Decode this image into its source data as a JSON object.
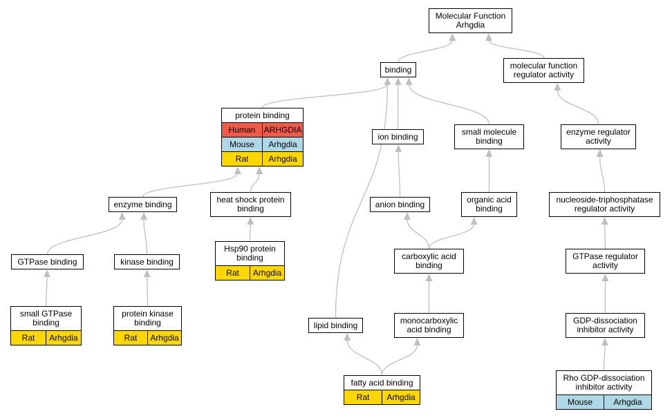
{
  "colors": {
    "Human": "#f05a47",
    "Mouse": "#add8e6",
    "Rat": "#ffd700",
    "edge": "#bfbfbf"
  },
  "nodes": [
    {
      "id": "mf",
      "label": "Molecular Function\nArhgdia"
    },
    {
      "id": "binding",
      "label": "binding"
    },
    {
      "id": "mfra",
      "label": "molecular function\nregulator activity"
    },
    {
      "id": "pb",
      "label": "protein binding",
      "orthologs": [
        {
          "species": "Human",
          "gene": "ARHGDIA"
        },
        {
          "species": "Mouse",
          "gene": "Arhgdia"
        },
        {
          "species": "Rat",
          "gene": "Arhgdia"
        }
      ]
    },
    {
      "id": "ion",
      "label": "ion binding"
    },
    {
      "id": "smb",
      "label": "small molecule\nbinding"
    },
    {
      "id": "era",
      "label": "enzyme regulator\nactivity"
    },
    {
      "id": "eb",
      "label": "enzyme binding"
    },
    {
      "id": "hspb",
      "label": "heat shock protein\nbinding"
    },
    {
      "id": "anion",
      "label": "anion binding"
    },
    {
      "id": "oab",
      "label": "organic acid\nbinding"
    },
    {
      "id": "ntpra",
      "label": "nucleoside-triphosphatase\nregulator activity"
    },
    {
      "id": "hsp90",
      "label": "Hsp90 protein\nbinding",
      "orthologs": [
        {
          "species": "Rat",
          "gene": "Arhgdia"
        }
      ]
    },
    {
      "id": "gtpb",
      "label": "GTPase binding"
    },
    {
      "id": "kb",
      "label": "kinase binding"
    },
    {
      "id": "cab",
      "label": "carboxylic acid\nbinding"
    },
    {
      "id": "gtpra",
      "label": "GTPase regulator\nactivity"
    },
    {
      "id": "sgtpb",
      "label": "small GTPase\nbinding",
      "orthologs": [
        {
          "species": "Rat",
          "gene": "Arhgdia"
        }
      ]
    },
    {
      "id": "pkb",
      "label": "protein kinase\nbinding",
      "orthologs": [
        {
          "species": "Rat",
          "gene": "Arhgdia"
        }
      ]
    },
    {
      "id": "lipid",
      "label": "lipid binding"
    },
    {
      "id": "mcab",
      "label": "monocarboxylic\nacid binding"
    },
    {
      "id": "gdi",
      "label": "GDP-dissociation\ninhibitor activity"
    },
    {
      "id": "fab",
      "label": "fatty acid binding",
      "orthologs": [
        {
          "species": "Rat",
          "gene": "Arhgdia"
        }
      ]
    },
    {
      "id": "rhogdi",
      "label": "Rho GDP-dissociation\ninhibitor activity",
      "orthologs": [
        {
          "species": "Mouse",
          "gene": "Arhgdia"
        }
      ]
    }
  ],
  "edges": [
    [
      "binding",
      "mf"
    ],
    [
      "mfra",
      "mf"
    ],
    [
      "pb",
      "binding"
    ],
    [
      "ion",
      "binding"
    ],
    [
      "smb",
      "binding"
    ],
    [
      "lipid",
      "binding"
    ],
    [
      "era",
      "mfra"
    ],
    [
      "eb",
      "pb"
    ],
    [
      "hspb",
      "pb"
    ],
    [
      "anion",
      "ion"
    ],
    [
      "oab",
      "smb"
    ],
    [
      "ntpra",
      "era"
    ],
    [
      "hsp90",
      "hspb"
    ],
    [
      "gtpb",
      "eb"
    ],
    [
      "kb",
      "eb"
    ],
    [
      "cab",
      "anion"
    ],
    [
      "cab",
      "oab"
    ],
    [
      "gtpra",
      "ntpra"
    ],
    [
      "sgtpb",
      "gtpb"
    ],
    [
      "pkb",
      "kb"
    ],
    [
      "mcab",
      "cab"
    ],
    [
      "gdi",
      "gtpra"
    ],
    [
      "fab",
      "lipid"
    ],
    [
      "fab",
      "mcab"
    ],
    [
      "rhogdi",
      "gdi"
    ]
  ]
}
